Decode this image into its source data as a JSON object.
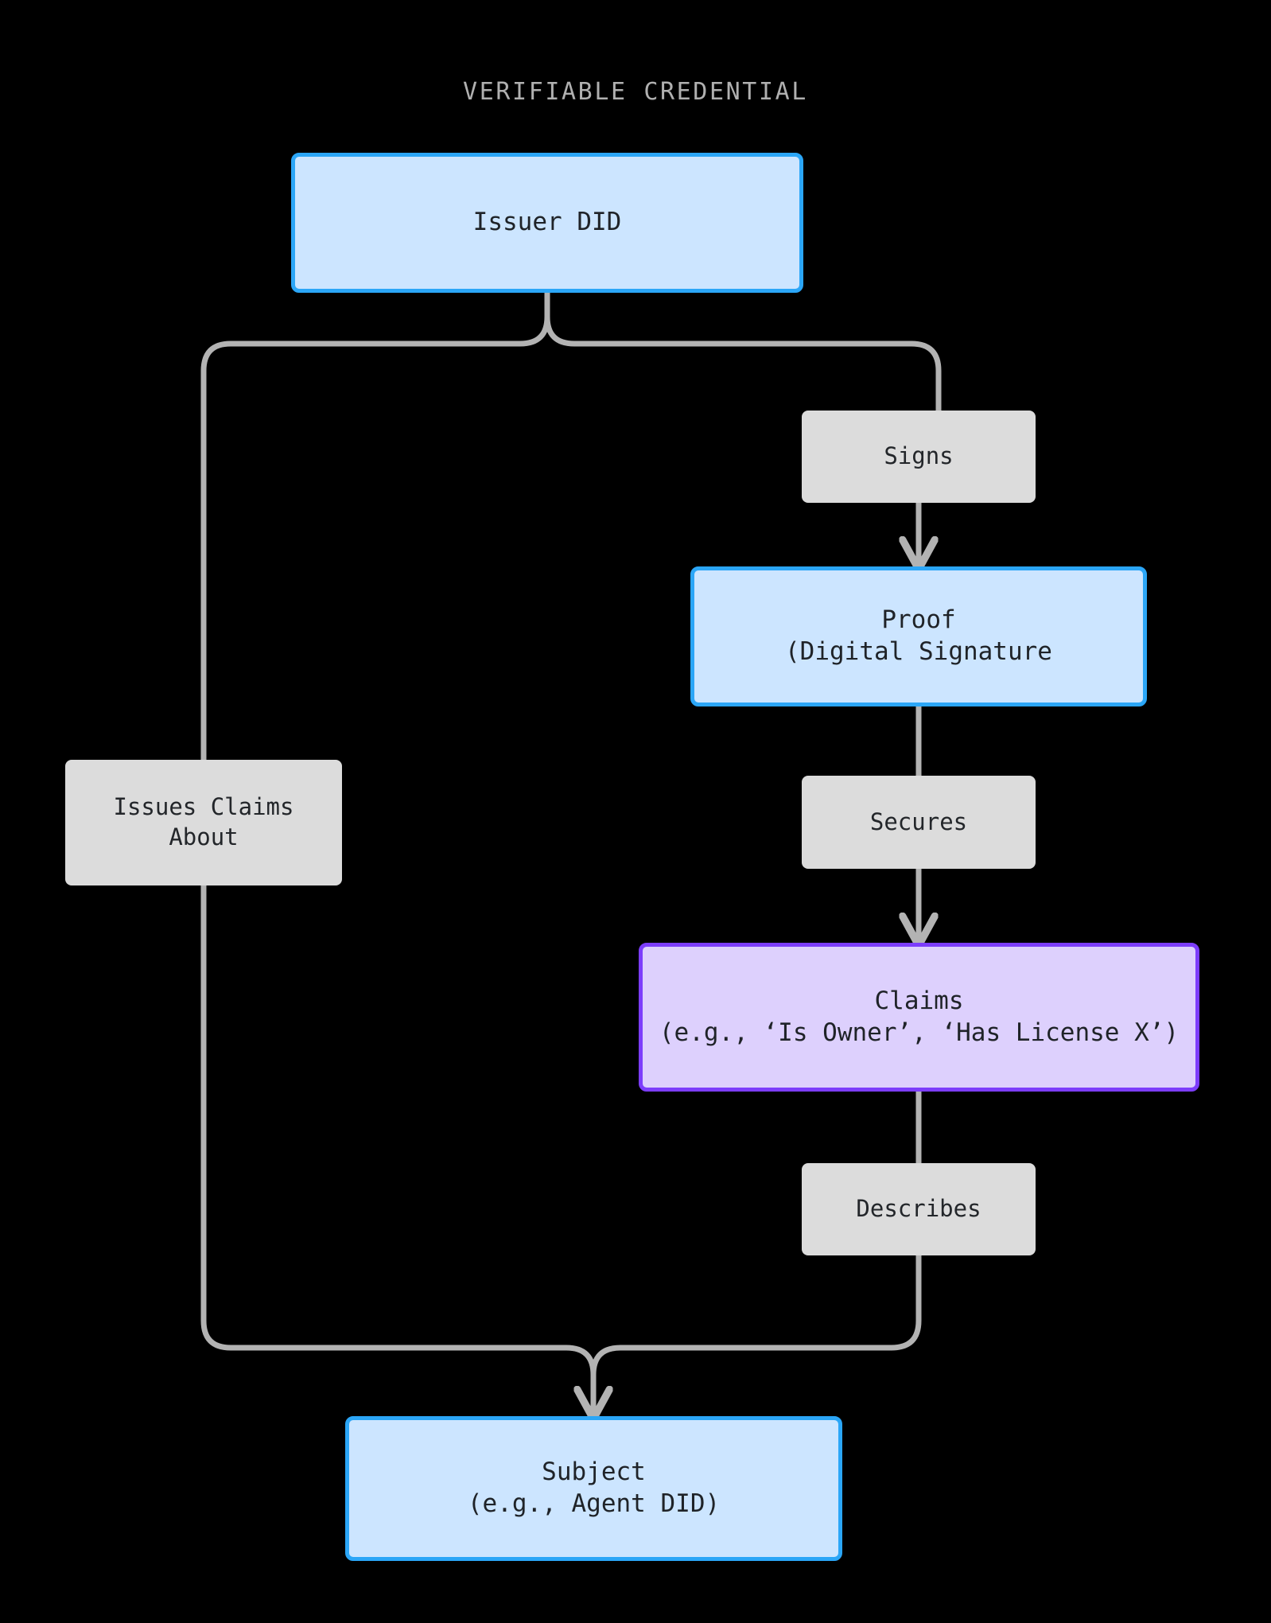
{
  "diagram": {
    "title": "VERIFIABLE CREDENTIAL",
    "type": "flowchart",
    "background_color": "#000000",
    "edge_color": "#b3b3b3",
    "palette": {
      "blue_fill": "#cce5ff",
      "blue_stroke": "#2ba6f7",
      "purple_fill": "#ddd0fd",
      "purple_stroke": "#7c3dfb",
      "label_fill": "#dcdcdc",
      "title_color": "#b0b0b0",
      "node_text": "#1f2328"
    },
    "nodes": [
      {
        "id": "issuer",
        "kind": "blue",
        "line1": "Issuer DID",
        "line2": ""
      },
      {
        "id": "proof",
        "kind": "blue",
        "line1": "Proof",
        "line2": "(Digital Signature"
      },
      {
        "id": "claims",
        "kind": "purple",
        "line1": "Claims",
        "line2": "(e.g., ‘Is Owner’, ‘Has License X’)"
      },
      {
        "id": "subject",
        "kind": "blue",
        "line1": "Subject",
        "line2": "(e.g., Agent DID)"
      }
    ],
    "edge_labels": [
      {
        "id": "signs",
        "line1": "Signs",
        "line2": ""
      },
      {
        "id": "secures",
        "line1": "Secures",
        "line2": ""
      },
      {
        "id": "describes",
        "line1": "Describes",
        "line2": ""
      },
      {
        "id": "issues-claims-about",
        "line1": "Issues Claims",
        "line2": "About"
      }
    ],
    "edges": [
      {
        "from": "issuer",
        "to": "proof",
        "label": "Signs"
      },
      {
        "from": "proof",
        "to": "claims",
        "label": "Secures"
      },
      {
        "from": "claims",
        "to": "subject",
        "label": "Describes"
      },
      {
        "from": "issuer",
        "to": "subject",
        "label": "Issues Claims About"
      }
    ]
  }
}
